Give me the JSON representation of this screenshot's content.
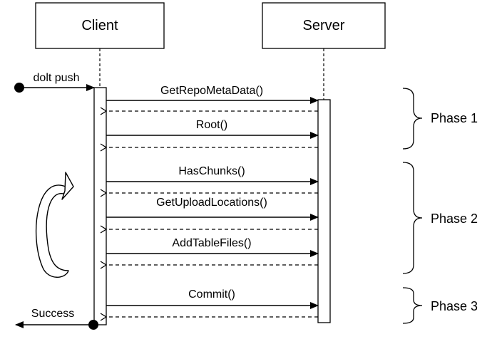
{
  "participants": {
    "client": "Client",
    "server": "Server"
  },
  "trigger_label": "dolt push",
  "result_label": "Success",
  "messages": [
    {
      "label": "GetRepoMetaData()",
      "phase": 1
    },
    {
      "label": "Root()",
      "phase": 1
    },
    {
      "label": "HasChunks()",
      "phase": 2
    },
    {
      "label": "GetUploadLocations()",
      "phase": 2
    },
    {
      "label": "AddTableFiles()",
      "phase": 2
    },
    {
      "label": "Commit()",
      "phase": 3
    }
  ],
  "phases": [
    {
      "label": "Phase 1"
    },
    {
      "label": "Phase 2"
    },
    {
      "label": "Phase 3"
    }
  ],
  "loop_icon": "loop-arrow-icon",
  "colors": {
    "line": "#000000",
    "background": "#ffffff"
  }
}
